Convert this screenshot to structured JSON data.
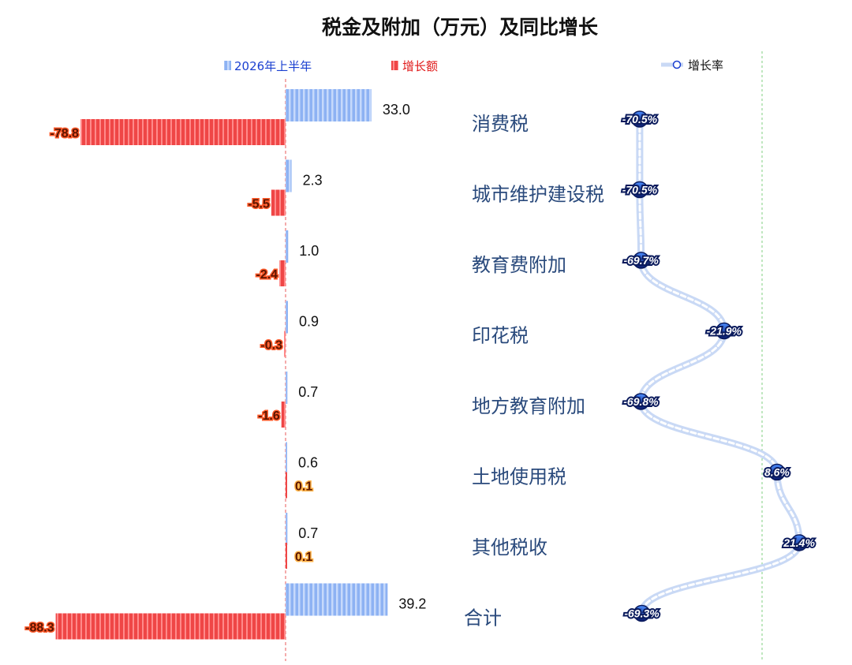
{
  "chart_data": {
    "type": "bar",
    "title": "税金及附加（万元）及同比增长",
    "categories": [
      "消费税",
      "城市维护建设税",
      "教育费附加",
      "印花税",
      "地方教育附加",
      "土地使用税",
      "其他税收",
      "合计"
    ],
    "series": [
      {
        "name": "2026年上半年",
        "type": "bar",
        "values": [
          33.0,
          2.3,
          1.0,
          0.9,
          0.7,
          0.6,
          0.7,
          39.2
        ],
        "labels": [
          "33.0",
          "2.3",
          "1.0",
          "0.9",
          "0.7",
          "0.6",
          "0.7",
          "39.2"
        ]
      },
      {
        "name": "增长额",
        "type": "bar",
        "values": [
          -78.8,
          -5.5,
          -2.4,
          -0.3,
          -1.6,
          0.1,
          0.1,
          -88.3
        ],
        "labels": [
          "-78.8",
          "-5.5",
          "-2.4",
          "-0.3",
          "-1.6",
          "0.1",
          "0.1",
          "-88.3"
        ]
      },
      {
        "name": "增长率",
        "type": "line",
        "values": [
          -70.5,
          -70.5,
          -69.7,
          -21.9,
          -69.8,
          8.6,
          21.4,
          -69.3
        ],
        "labels": [
          "-70.5%",
          "-70.5%",
          "-69.7%",
          "-21.9%",
          "-69.8%",
          "8.6%",
          "21.4%",
          "-69.3%"
        ]
      }
    ],
    "legend_position": "top",
    "colors": {
      "bar_current": "#7fa8f0",
      "bar_growth": "#f04a4a",
      "line_rate": "#c9d9f5",
      "marker": "#0a1a6c",
      "legend_current_text": "#1a3fd0",
      "legend_growth_text": "#e01818",
      "legend_rate_text": "#111111",
      "category_text": "#2a4a7c"
    }
  }
}
